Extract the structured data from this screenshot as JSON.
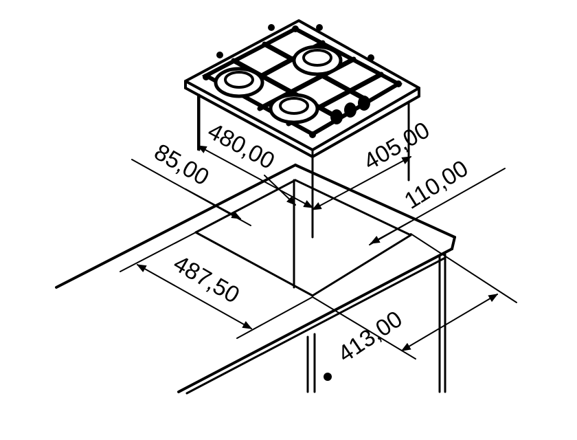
{
  "dimensions": {
    "cutout_depth_offset": "85,00",
    "hob_width": "480,00",
    "hob_depth": "405,00",
    "side_offset": "110,00",
    "cutout_width": "487,50",
    "cutout_depth": "413,00"
  },
  "colors": {
    "line": "#000000",
    "background": "#ffffff"
  },
  "icons": {
    "burner": "burner-icon",
    "knob": "control-knob-icon",
    "arrow": "dimension-arrow-icon"
  }
}
